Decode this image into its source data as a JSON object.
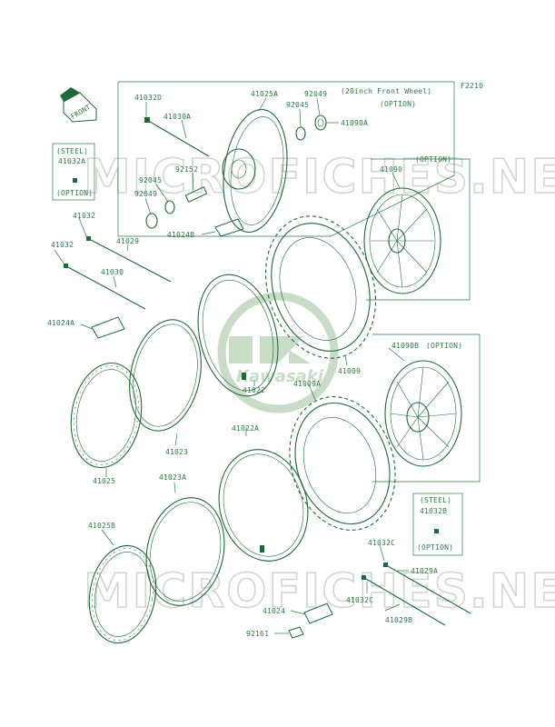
{
  "diagram": {
    "code": "F2210",
    "front_label": "FRONT",
    "front_wheel_title": "(20inch Front Wheel)",
    "option_label": "(OPTION)",
    "steel_label": "(STEEL)",
    "watermark_text": "MICROFICHES.NET",
    "logo_text": "Kawasaki"
  },
  "parts": {
    "p41032D": "41032D",
    "p41030A": "41030A",
    "p41025A": "41025A",
    "p92049_top": "92049",
    "p92045_top": "92045",
    "p41090A": "41090A",
    "p92152": "92152",
    "p92045_mid": "92045",
    "p92049_mid": "92049",
    "p41024B": "41024B",
    "p41032A": "41032A",
    "p41090": "41090",
    "p41032_a": "41032",
    "p41032_b": "41032",
    "p41029": "41029",
    "p41030": "41030",
    "p41024A": "41024A",
    "p41009": "41009",
    "p41009A": "41009A",
    "p41090B": "41090B",
    "p41022": "41022",
    "p41022A": "41022A",
    "p41023": "41023",
    "p41025": "41025",
    "p41023A": "41023A",
    "p41032B": "41032B",
    "p41025B": "41025B",
    "p41032C_a": "41032C",
    "p41029A": "41029A",
    "p41032C_b": "41032C",
    "p41024": "41024",
    "p41029B": "41029B",
    "p92161": "92161"
  }
}
